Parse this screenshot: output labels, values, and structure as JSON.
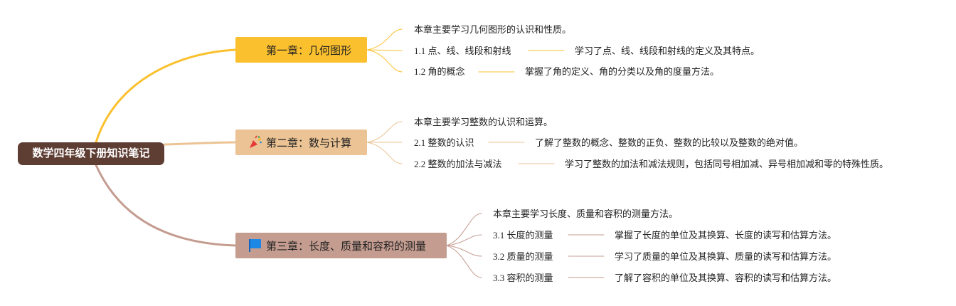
{
  "root": {
    "title": "数学四年级下册知识笔记"
  },
  "chapters": [
    {
      "title": "第一章：几何图形",
      "color": "#fbc02d",
      "icon": "star-icon",
      "summary": "本章主要学习几何图形的认识和性质。",
      "sections": [
        {
          "title": "1.1 点、线、线段和射线",
          "detail": "学习了点、线、线段和射线的定义及其特点。"
        },
        {
          "title": "1.2 角的概念",
          "detail": "掌握了角的定义、角的分类以及角的度量方法。"
        }
      ]
    },
    {
      "title": "第二章：数与计算",
      "color": "#ebc394",
      "icon": "party-popper-icon",
      "summary": "本章主要学习整数的认识和运算。",
      "sections": [
        {
          "title": "2.1 整数的认识",
          "detail": "了解了整数的概念、整数的正负、整数的比较以及整数的绝对值。"
        },
        {
          "title": "2.2 整数的加法与减法",
          "detail": "学习了整数的加法和减法规则，包括同号相加减、异号相加减和零的特殊性质。"
        }
      ]
    },
    {
      "title": "第三章：长度、质量和容积的测量",
      "color": "#c49c90",
      "icon": "flag-icon",
      "summary": "本章主要学习长度、质量和容积的测量方法。",
      "sections": [
        {
          "title": "3.1 长度的测量",
          "detail": "掌握了长度的单位及其换算、长度的读写和估算方法。"
        },
        {
          "title": "3.2 质量的测量",
          "detail": "学习了质量的单位及其换算、质量的读写和估算方法。"
        },
        {
          "title": "3.3 容积的测量",
          "detail": "了解了容积的单位及其换算、容积的读写和估算方法。"
        }
      ]
    }
  ]
}
